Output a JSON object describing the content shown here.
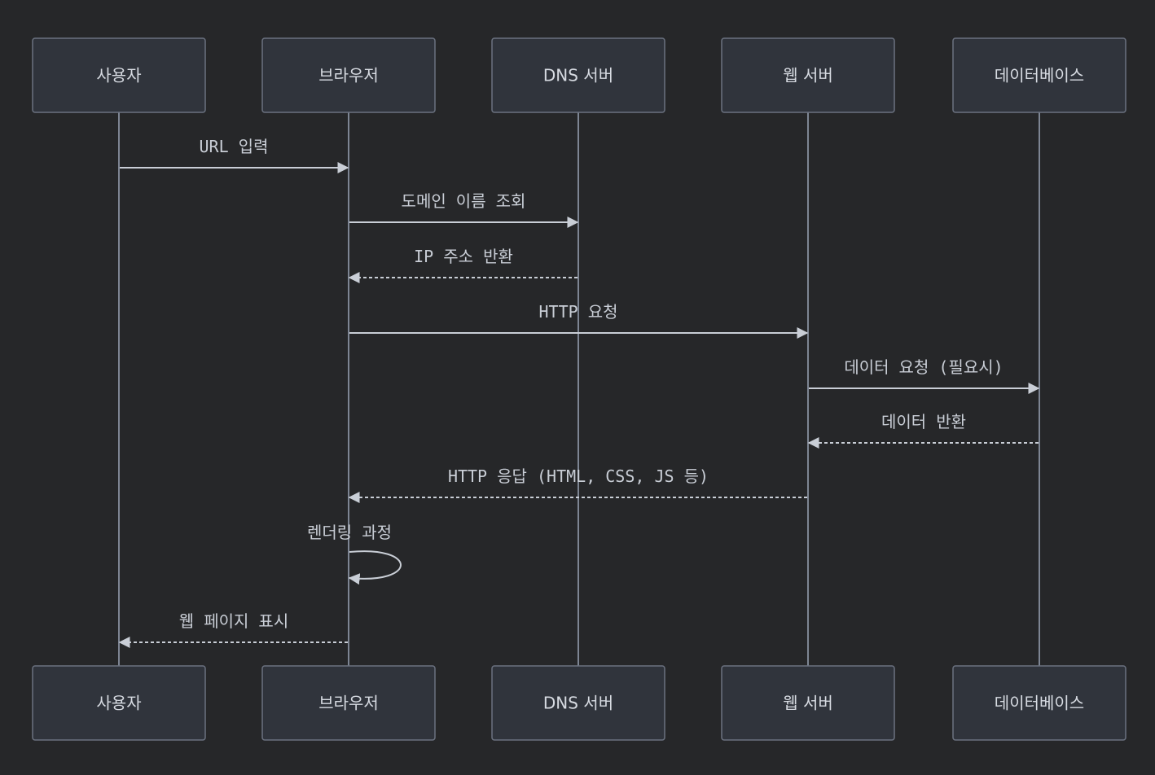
{
  "actors": [
    {
      "id": "user",
      "label": "사용자"
    },
    {
      "id": "browser",
      "label": "브라우저"
    },
    {
      "id": "dns",
      "label": "DNS 서버"
    },
    {
      "id": "web",
      "label": "웹 서버"
    },
    {
      "id": "db",
      "label": "데이터베이스"
    }
  ],
  "messages": [
    {
      "from": 0,
      "to": 1,
      "label": "URL 입력",
      "style": "solid"
    },
    {
      "from": 1,
      "to": 2,
      "label": "도메인 이름 조회",
      "style": "solid"
    },
    {
      "from": 2,
      "to": 1,
      "label": "IP 주소 반환",
      "style": "dashed"
    },
    {
      "from": 1,
      "to": 3,
      "label": "HTTP 요청",
      "style": "solid"
    },
    {
      "from": 3,
      "to": 4,
      "label": "데이터 요청 (필요시)",
      "style": "solid"
    },
    {
      "from": 4,
      "to": 3,
      "label": "데이터 반환",
      "style": "dashed"
    },
    {
      "from": 3,
      "to": 1,
      "label": "HTTP 응답 (HTML, CSS, JS 등)",
      "style": "dashed"
    },
    {
      "from": 1,
      "to": 1,
      "label": "렌더링 과정",
      "style": "solid"
    },
    {
      "from": 1,
      "to": 0,
      "label": "웹 페이지 표시",
      "style": "dashed"
    }
  ],
  "colors": {
    "background": "#262729",
    "actor_fill": "#30343c",
    "actor_border": "#6b7280",
    "lifeline": "#7d8593",
    "message": "#c9ced6"
  }
}
